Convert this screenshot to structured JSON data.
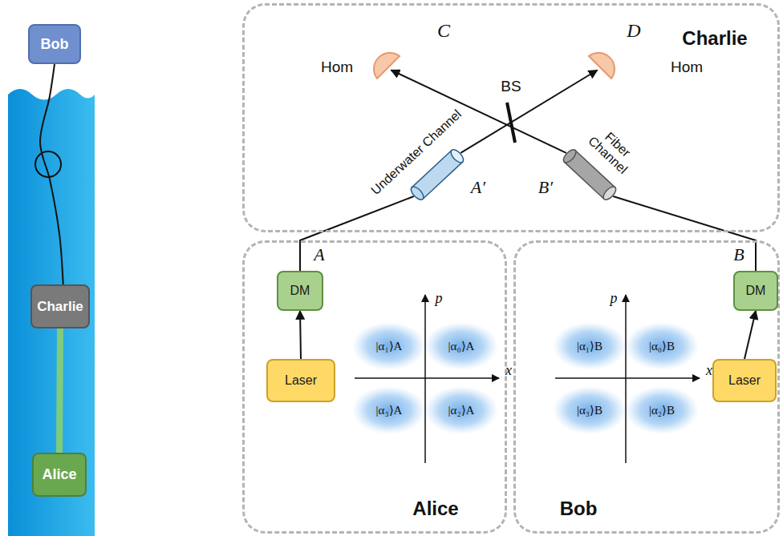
{
  "diagram": {
    "nodes": [
      {
        "text": [
          "Bob"
        ]
      },
      {
        "text": [
          "Charlie"
        ]
      },
      {
        "text": [
          "Alice"
        ]
      },
      {
        "text": [
          "Charlie"
        ]
      },
      {
        "text": [
          "C",
          "Hom"
        ],
        "in": 3
      },
      {
        "text": [
          "D",
          "Hom"
        ],
        "in": 3
      },
      {
        "text": [
          "Underwater Channel"
        ],
        "in": 3
      },
      {
        "text": [
          "Fiber Channel"
        ],
        "in": 3
      },
      {
        "text": [
          "Alice"
        ]
      },
      {
        "text": [
          "DM"
        ],
        "in": 8
      },
      {
        "text": [
          "Laser"
        ],
        "in": 8
      },
      {
        "text": [
          "Bob"
        ]
      },
      {
        "text": [
          "DM"
        ],
        "in": 11
      },
      {
        "text": [
          "Laser"
        ],
        "in": 11
      }
    ],
    "edges": [
      {
        "from": 0,
        "to": 1,
        "arrow": "none"
      },
      {
        "from": 1,
        "to": 2,
        "arrow": "none"
      },
      {
        "from": 10,
        "to": 9,
        "arrow": "to"
      },
      {
        "from": 9,
        "to": 6,
        "arrow": "none"
      },
      {
        "from": 6,
        "to": 5,
        "arrow": "to"
      },
      {
        "from": 13,
        "to": 12,
        "arrow": "to"
      },
      {
        "from": 12,
        "to": 7,
        "arrow": "none"
      },
      {
        "from": 7,
        "to": 4,
        "arrow": "to"
      }
    ],
    "labels": [
      "BS",
      "A′",
      "B′",
      "A",
      "p",
      "x",
      "|α₁⟩A",
      "|α₀⟩A",
      "|α₃⟩A",
      "|α₂⟩A",
      "B",
      "p",
      "x",
      "|α₁⟩B",
      "|α₀⟩B",
      "|α₃⟩B",
      "|α₂⟩B"
    ]
  }
}
